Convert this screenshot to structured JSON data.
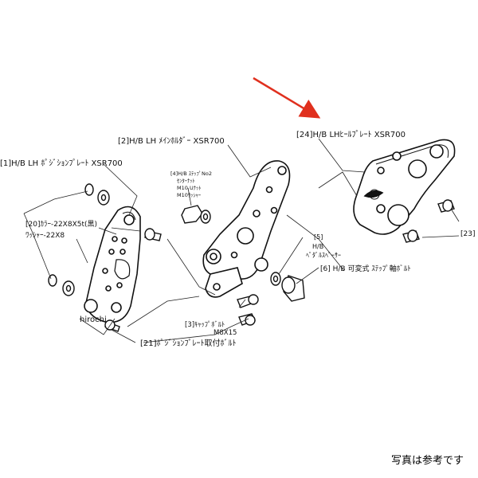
{
  "arrow_color": "#e0301e",
  "labels": {
    "p24": "[24]H/B LHﾋｰﾙﾌﾟﾚｰﾄ XSR700",
    "p2": "[2]H/B LH ﾒｲﾝﾎﾙﾀﾞｰ XSR700",
    "p1": "[1]H/B LH ﾎﾟｼﾞｼｮﾝﾌﾟﾚｰﾄ XSR700",
    "p4_line1": "[4]H/B ｽﾃｯﾌﾟNo2",
    "p4_line2": "ｾﾝﾀｰﾅｯﾄ",
    "p4_line3": "M10 Uﾅｯﾄ",
    "p4_line4": "M10ﾜｯｼｬｰ",
    "p20_line1": "[20]ｶﾗｰ-22X8X5t(黒)",
    "p20_line2": "ﾜｯｼｬｰ-22X8",
    "p5_line1": "[5]",
    "p5_line2": "H/B",
    "p5_line3": "ﾍﾟﾀﾞﾙｽﾍﾟｰｻｰ",
    "p6": "[6] H/B 可変式 ｽﾃｯﾌﾟ軸ﾎﾞﾙﾄ",
    "p3_line1": "[3]ｷｬｯﾌﾟﾎﾞﾙﾄ",
    "p3_line2": "M8X15",
    "p21": "[21]ﾎﾟｼﾞｼｮﾝﾌﾟﾚｰﾄ取付ﾎﾞﾙﾄ",
    "p23": "[23]",
    "watermark": "hirochi"
  },
  "caption": "写真は参考です"
}
